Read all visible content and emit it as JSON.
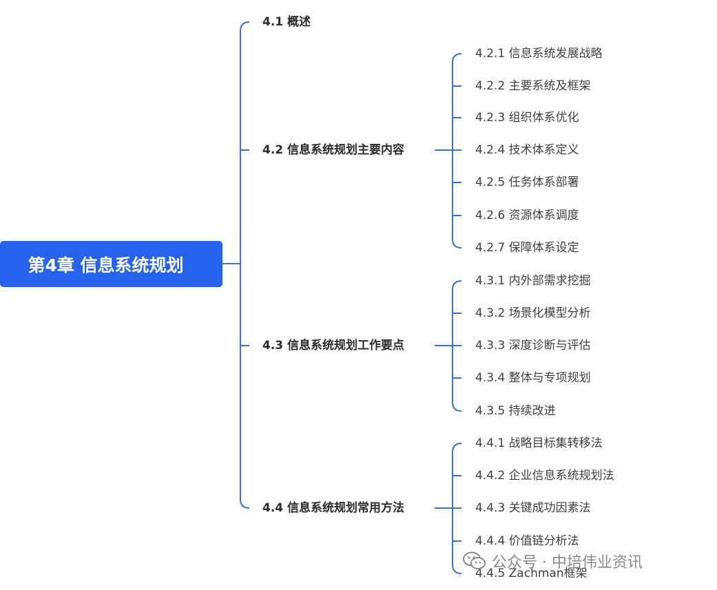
{
  "root": {
    "label": "第4章 信息系统规划"
  },
  "sections": [
    {
      "label": "4.1 概述",
      "children": []
    },
    {
      "label": "4.2 信息系统规划主要内容",
      "children": [
        "4.2.1 信息系统发展战略",
        "4.2.2 主要系统及框架",
        "4.2.3 组织体系优化",
        "4.2.4 技术体系定义",
        "4.2.5 任务体系部署",
        "4.2.6 资源体系调度",
        "4.2.7 保障体系设定"
      ]
    },
    {
      "label": "4.3 信息系统规划工作要点",
      "children": [
        "4.3.1 内外部需求挖掘",
        "4.3.2 场景化模型分析",
        "4.3.3 深度诊断与评估",
        "4.3.4 整体与专项规划",
        "4.3.5 持续改进"
      ]
    },
    {
      "label": "4.4 信息系统规划常用方法",
      "children": [
        "4.4.1 战略目标集转移法",
        "4.4.2 企业信息系统规划法",
        "4.4.3 关键成功因素法",
        "4.4.4 价值链分析法",
        "4.4.5 Zachman框架"
      ]
    }
  ],
  "watermark": {
    "text": "公众号 · 中培伟业资讯",
    "icon": "wechat-icon"
  },
  "colors": {
    "accent": "#2563eb",
    "connector": "#3b6fd8"
  }
}
